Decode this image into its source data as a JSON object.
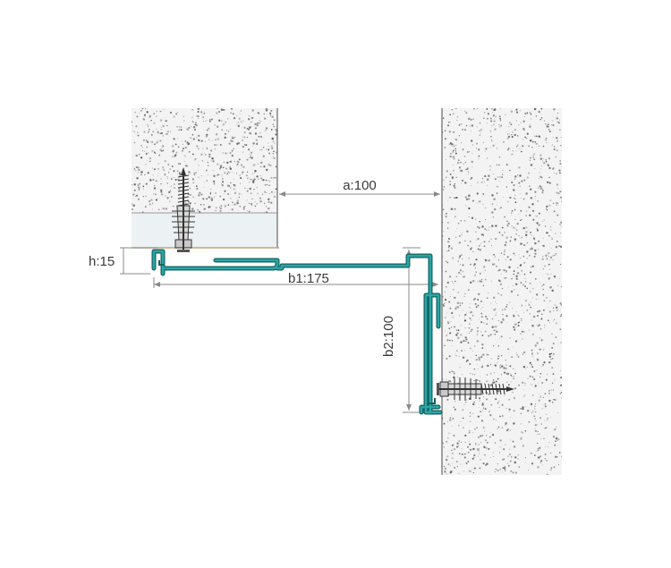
{
  "diagram": {
    "dimensions": {
      "a": "a:100",
      "b1": "b1:175",
      "b2": "b2:100",
      "h": "h:15"
    },
    "colors": {
      "profile": "#2aa6a6",
      "profile_dark": "#155f5f",
      "concrete": "#f3f3f3",
      "plaster": "#eaf0f2",
      "dim_line": "#8a8a8a",
      "text": "#3a3a3a"
    }
  }
}
